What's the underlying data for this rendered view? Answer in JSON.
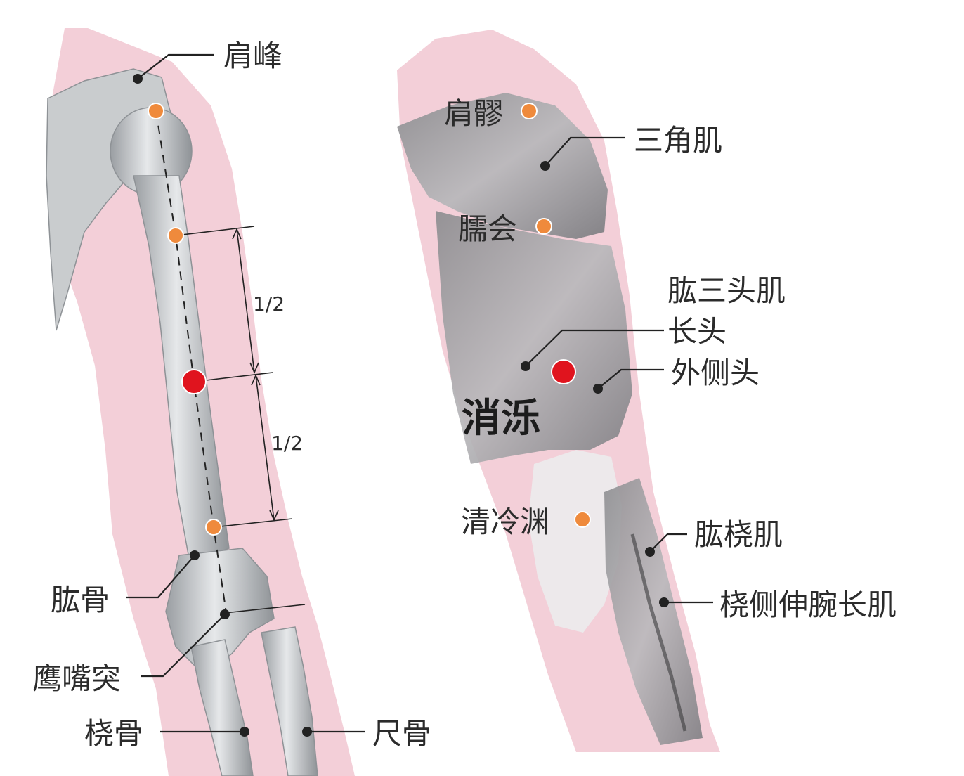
{
  "left_panel": {
    "labels": {
      "acromion": "肩峰",
      "humerus": "肱骨",
      "olecranon": "鹰嘴突",
      "radius": "桡骨",
      "ulna": "尺骨"
    },
    "measure_upper": "1/2",
    "measure_lower": "1/2"
  },
  "right_panel": {
    "labels": {
      "jianliao": "肩髎",
      "deltoid": "三角肌",
      "naohui": "臑会",
      "triceps_line1": "肱三头肌",
      "triceps_line2": "长头",
      "lateral_head": "外侧头",
      "main_point": "消泺",
      "qinglengyuan": "清冷渊",
      "brachioradialis": "肱桡肌",
      "ecrl": "桡侧伸腕长肌"
    }
  },
  "colors": {
    "skin_pink": "#f1c7d1",
    "bone_gray": "#bfc3c6",
    "muscle_gray": "#a9a9ab",
    "acupoint_orange": "#ef8a3c",
    "main_point_red": "#e0141e"
  }
}
